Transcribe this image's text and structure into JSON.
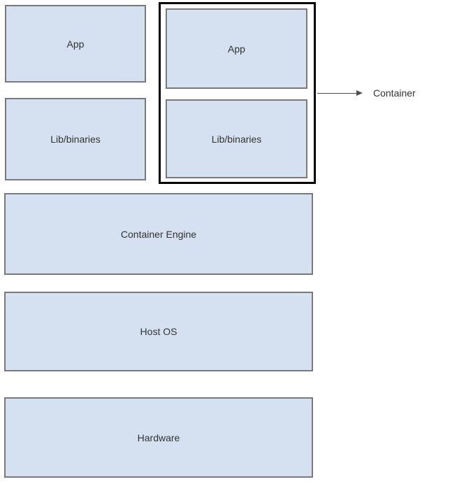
{
  "diagram": {
    "type": "architecture-diagram",
    "boxes": {
      "app_left": {
        "label": "App"
      },
      "lib_left": {
        "label": "Lib/binaries"
      },
      "app_right": {
        "label": "App"
      },
      "lib_right": {
        "label": "Lib/binaries"
      },
      "container_engine": {
        "label": "Container Engine"
      },
      "host_os": {
        "label": "Host OS"
      },
      "hardware": {
        "label": "Hardware"
      }
    },
    "annotation": {
      "label": "Container"
    },
    "colors": {
      "box-fill": "#d5e0f0",
      "box-border": "#77797c",
      "group-border": "#000000",
      "text": "#333333",
      "arrow": "#4d4d4d",
      "bg": "#ffffff"
    }
  }
}
